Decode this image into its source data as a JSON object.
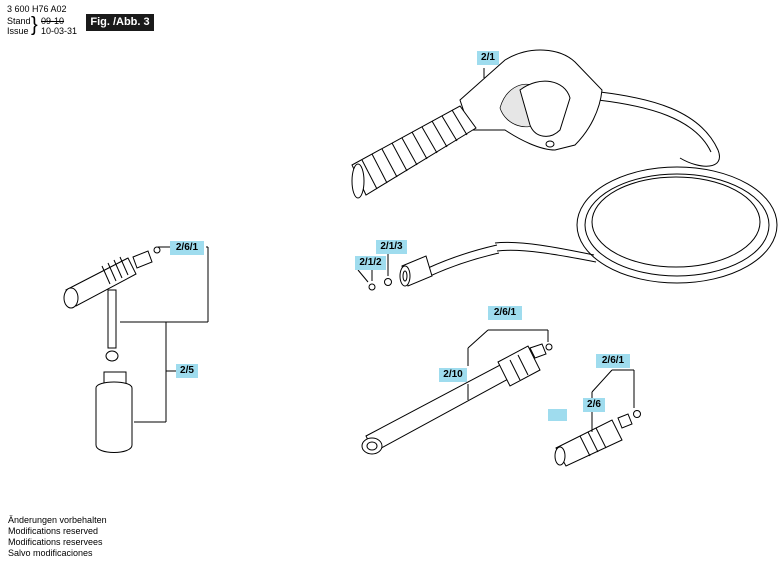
{
  "header": {
    "doc_number": "3 600 H76 A02",
    "stand_label": "Stand",
    "stand_date": "09-10",
    "issue_label": "Issue",
    "issue_date": "10-03-31",
    "figure_tag": "Fig. /Abb. 3"
  },
  "callouts": {
    "trigger_gun": "2/1",
    "connector_washer": "2/1/2",
    "connector_oring": "2/1/3",
    "oring_detergent": "2/6/1",
    "detergent_bottle": "2/5",
    "oring_lance": "2/6/1",
    "lance": "2/10",
    "oring_nozzle": "2/6/1",
    "nozzle": "2/6"
  },
  "footer": {
    "line1": "Änderungen vorbehalten",
    "line2": "Modifications reserved",
    "line3": "Modifications reservees",
    "line4": "Salvo modificaciones"
  },
  "colors": {
    "callout_fill": "#9fdcee",
    "figure_tag_fill": "#1a1a1a"
  }
}
